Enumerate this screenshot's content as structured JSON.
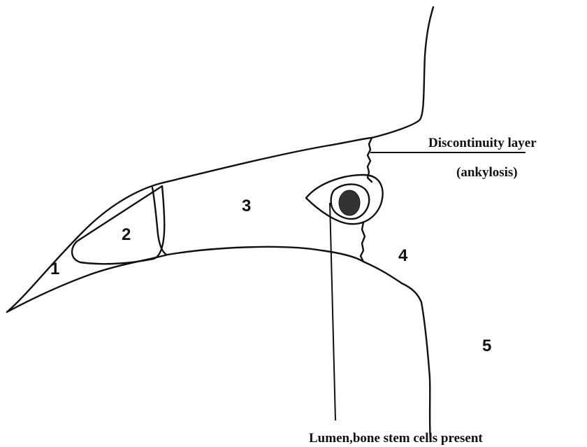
{
  "diagram": {
    "regions": [
      {
        "id": "1",
        "label": "1"
      },
      {
        "id": "2",
        "label": "2"
      },
      {
        "id": "3",
        "label": "3"
      },
      {
        "id": "4",
        "label": "4"
      },
      {
        "id": "5",
        "label": "5"
      }
    ],
    "annotations": {
      "discontinuity_line1": "Discontinuity layer",
      "discontinuity_line2": "(ankylosis)",
      "lumen": "Lumen,bone stem cells present"
    },
    "colors": {
      "stroke": "#111111",
      "background": "#ffffff",
      "lumen_fill": "#333333"
    }
  }
}
